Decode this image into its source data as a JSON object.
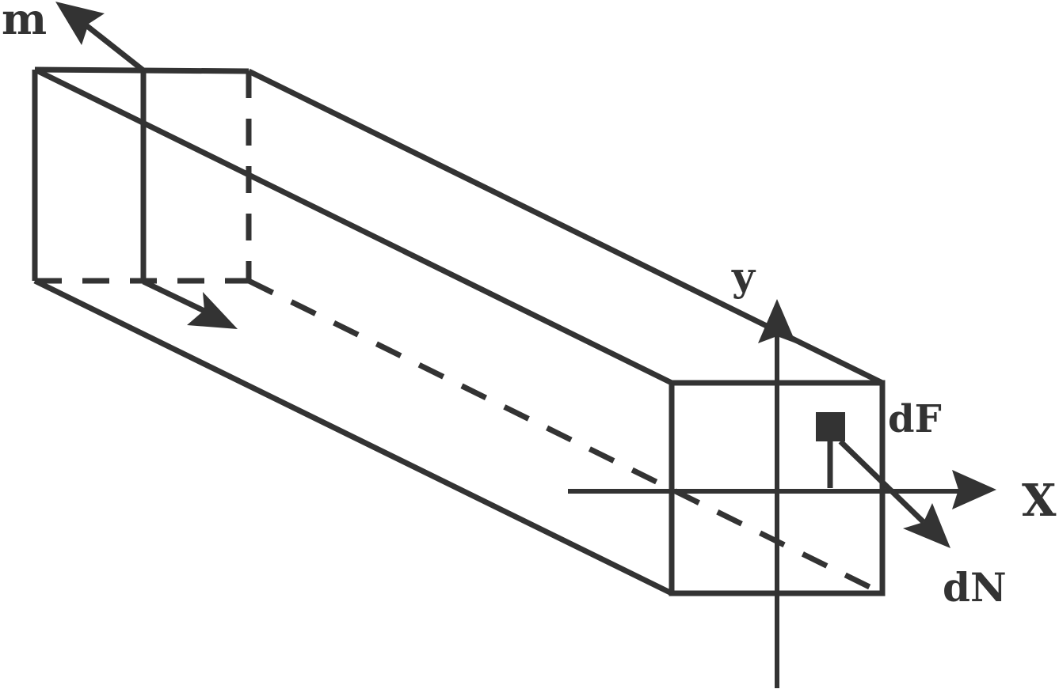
{
  "diagram": {
    "labels": {
      "m": "m",
      "y": "y",
      "x": "X",
      "dF": "dF",
      "dN": "dN"
    },
    "colors": {
      "ink": "#333333",
      "background": "#ffffff"
    }
  }
}
